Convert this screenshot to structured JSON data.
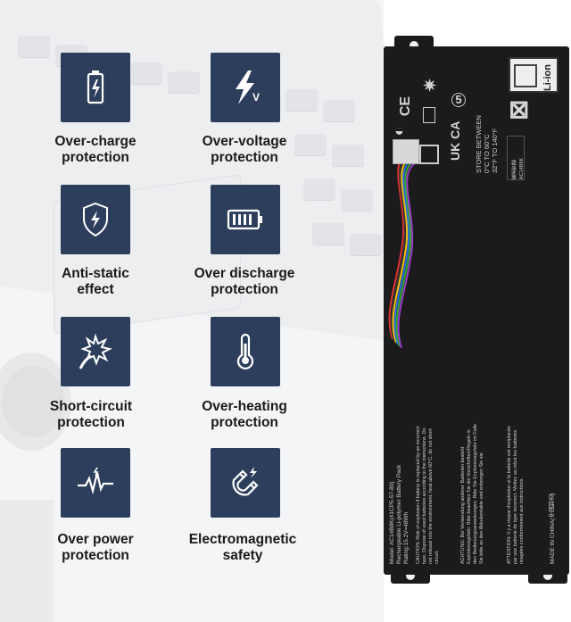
{
  "features": [
    {
      "id": "over-charge",
      "line1": "Over-charge",
      "line2": "protection",
      "icon": "battery-charge-icon"
    },
    {
      "id": "over-voltage",
      "line1": "Over-voltage",
      "line2": "protection",
      "icon": "lightning-v-icon"
    },
    {
      "id": "anti-static",
      "line1": "Anti-static",
      "line2": "effect",
      "icon": "shield-bolt-icon"
    },
    {
      "id": "over-discharge",
      "line1": "Over discharge",
      "line2": "protection",
      "icon": "battery-bars-icon"
    },
    {
      "id": "short-circuit",
      "line1": "Short-circuit",
      "line2": "protection",
      "icon": "spark-break-icon"
    },
    {
      "id": "over-heating",
      "line1": "Over-heating",
      "line2": "protection",
      "icon": "thermometer-icon"
    },
    {
      "id": "over-power",
      "line1": "Over power",
      "line2": "protection",
      "icon": "pulse-wave-icon"
    },
    {
      "id": "electromagnetic",
      "line1": "Electromagnetic",
      "line2": "safety",
      "icon": "magnet-bolt-icon"
    }
  ],
  "battery": {
    "li_ion": "Li-ion",
    "store_line1": "STORE BETWEEN",
    "store_line2": "0°C TO 60°C",
    "store_line3": "32°F TO 140°F",
    "ukca": "UK CA",
    "ce": "CE",
    "model": "Model: AC14B8K(41CP5-57-80)",
    "desc": "Rechargeable Li-polymer Battery Pack",
    "rating": "Rating:15.2V=48Wh",
    "caution": "CAUTION: Risk of explosion if battery is replaced by an incorrect type. Dispose of used batteries according to the instructions. Do not release into the environment; heat above 60°C, do not short circuit.",
    "achtung": "ACHTUNG: Bei Verwendung anderer Batterien besteht Explosionsgefahr. Bitte beachten Sie die Vorschriften/Regeln in den Bedienungsanweisungen. Bitte Sie Explosionsgefahr im Falle Sie bitte an den Akkukontakte und entsorgen Sie sie.",
    "attention": "ATTENTION: Il y a risque d'explosion si la batterie est remplacée par une batterie de type incorrect. Mettez au rebut les batteries usagées conformément aux instructions.",
    "made_in": "MADE IN CHINA(中国制造)",
    "label_small": "電池型號 AC14B8K"
  },
  "colors": {
    "icon_bg": "#2c3e5c",
    "battery_body": "#1b1b1d",
    "label_text": "#1a1a1a"
  }
}
